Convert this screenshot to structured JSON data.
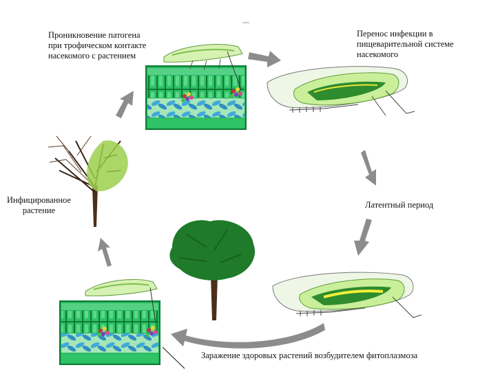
{
  "labels": {
    "penetration": [
      "Проникновение патогена",
      "при трофическом контакте",
      "насекомого с растением"
    ],
    "transfer": [
      "Перенос инфекции в",
      "пищеварительной системе",
      "насекомого"
    ],
    "latent": "Латентный период",
    "infected_plant": [
      "Инфицированное",
      "растение"
    ],
    "infection_healthy": "Заражение здоровых растений возбудителем фитоплазмоза"
  },
  "colors": {
    "arrow": "#8c8c8c",
    "leaf_tissue": "#23b35a",
    "cell_wall": "#0e8a3c",
    "vein": "#3fa9d9",
    "insect_body": "#c9ef9a",
    "insect_gut": "#2e8b2e",
    "tree_dark": "#1f7a2a",
    "trunk": "#4a2f1a",
    "dead_branches": "#3a2418"
  }
}
